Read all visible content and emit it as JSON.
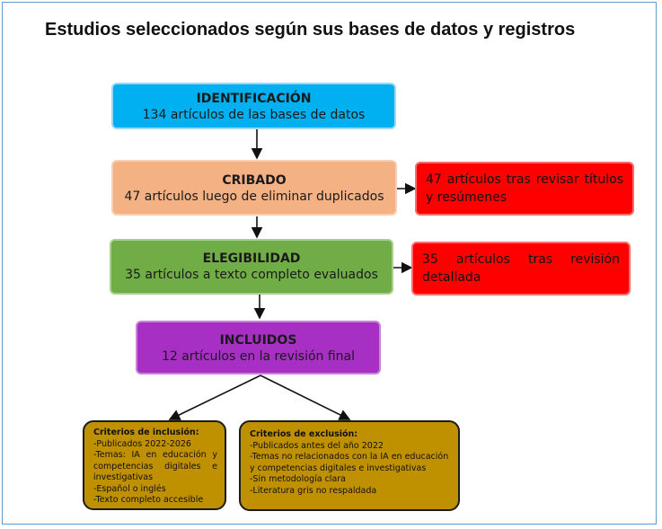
{
  "title": "Estudios seleccionados según sus bases de datos y registros",
  "identificacion": {
    "heading": "IDENTIFICACIÓN",
    "text": "134 artículos de las bases de datos"
  },
  "cribado": {
    "heading": "CRIBADO",
    "text": "47 artículos luego de eliminar duplicados"
  },
  "cribado_excluded": {
    "text": "47 artículos tras revisar títulos y resúmenes"
  },
  "elegibilidad": {
    "heading": "ELEGIBILIDAD",
    "text": "35 artículos a texto completo evaluados"
  },
  "elegibilidad_excluded": {
    "text": "35 artículos tras revisión detallada"
  },
  "incluidos": {
    "heading": "INCLUIDOS",
    "text": "12 artículos en la revisión final"
  },
  "inclusion": {
    "heading": "Criterios de inclusión:",
    "items": [
      "-Publicados 2022-2026",
      "-Temas: IA en educación y competencias digitales e investigativas",
      "-Español o inglés",
      "-Texto completo accesible"
    ]
  },
  "exclusion": {
    "heading": "Criterios de exclusión:",
    "items": [
      "-Publicados antes del año 2022",
      "-Temas no relacionados con la  IA en educación  y  competencias digitales e investigativas",
      "-Sin metodología clara",
      "-Literatura gris no respaldada"
    ]
  },
  "colors": {
    "identificacion": "#00b0f0",
    "cribado": "#f4b183",
    "elegibilidad": "#70ad47",
    "incluidos": "#a72fc4",
    "excluded": "#ff0000",
    "criteria": "#bf9000"
  }
}
